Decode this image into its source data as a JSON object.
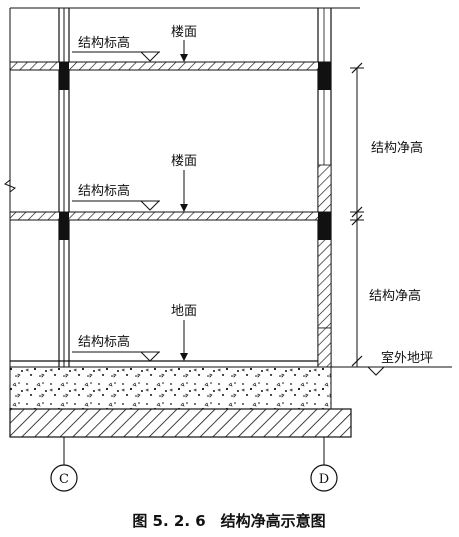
{
  "labels": {
    "floor_surface_top": "楼面",
    "floor_surface_mid": "楼面",
    "ground_surface": "地面",
    "structural_elevation_top": "结构标高",
    "structural_elevation_mid": "结构标高",
    "structural_elevation_bottom": "结构标高",
    "clear_height_upper": "结构净高",
    "clear_height_lower": "结构净高",
    "outdoor_ground": "室外地坪"
  },
  "axes": {
    "left": "C",
    "right": "D"
  },
  "caption": "图 5. 2. 6　结构净高示意图",
  "colors": {
    "ink": "#111111",
    "background": "#ffffff"
  }
}
